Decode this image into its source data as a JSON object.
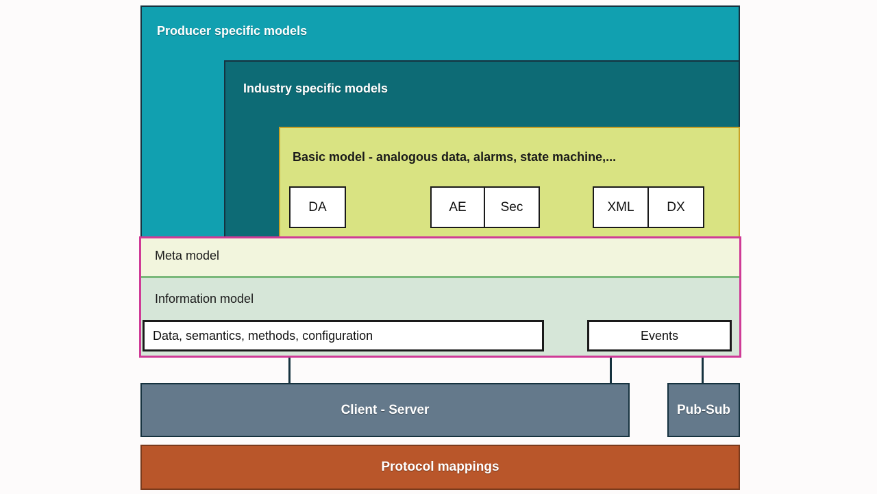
{
  "diagram": {
    "title": "OPC UA layered information model architecture",
    "layers": [
      {
        "id": "producer",
        "label": "Producer specific models",
        "color": "#11a0b0"
      },
      {
        "id": "industry",
        "label": "Industry specific models",
        "color": "#0d6b75"
      },
      {
        "id": "basic",
        "label": "Basic model - analogous data, alarms, state machine,...",
        "color": "#d9e382"
      }
    ],
    "basic_model_boxes": [
      {
        "id": "da",
        "label": "DA"
      },
      {
        "id": "ae",
        "label": "AE"
      },
      {
        "id": "sec",
        "label": "Sec"
      },
      {
        "id": "xml",
        "label": "XML"
      },
      {
        "id": "dx",
        "label": "DX"
      }
    ],
    "model_panel": {
      "border_color": "#cf3a96",
      "meta": {
        "label": "Meta model",
        "color": "#f2f5dd"
      },
      "information": {
        "label": "Information  model",
        "color": "#d6e6d8",
        "boxes": [
          {
            "id": "data",
            "label": "Data, semantics, methods, configuration"
          },
          {
            "id": "events",
            "label": "Events"
          }
        ]
      }
    },
    "transport": [
      {
        "id": "client-server",
        "label": "Client - Server",
        "color": "#64798b"
      },
      {
        "id": "pub-sub",
        "label": "Pub-Sub",
        "color": "#64798b"
      }
    ],
    "protocol": {
      "id": "protocol-mappings",
      "label": "Protocol mappings",
      "color": "#b9562a"
    }
  }
}
